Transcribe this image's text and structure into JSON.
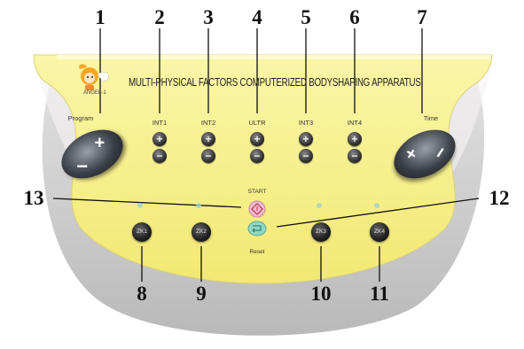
{
  "title": "MULTI-PHYSICAL FACTORS COMPUTERIZED BODYSHAPING APPARATUS",
  "brand": "ANGEL-1",
  "labels": {
    "program": "Program",
    "time": "Time",
    "int1": "INT1",
    "int2": "INT2",
    "ultr": "ULTR",
    "int3": "INT3",
    "int4": "INT4",
    "start": "START",
    "reset": "Reset"
  },
  "buttons": {
    "plus": "+",
    "minus": "−",
    "zk1": "ZK1",
    "zk2": "ZK2",
    "zk3": "ZK3",
    "zk4": "ZK4"
  },
  "callouts": {
    "n1": "1",
    "n2": "2",
    "n3": "3",
    "n4": "4",
    "n5": "5",
    "n6": "6",
    "n7": "7",
    "n8": "8",
    "n9": "9",
    "n10": "10",
    "n11": "11",
    "n12": "12",
    "n13": "13"
  },
  "colors": {
    "panel": "#f6ee8a",
    "panel_edge": "#d9d27a",
    "shadow": "#c9c9c9",
    "start": "#f1b9cf",
    "reset": "#8fd8c6"
  }
}
